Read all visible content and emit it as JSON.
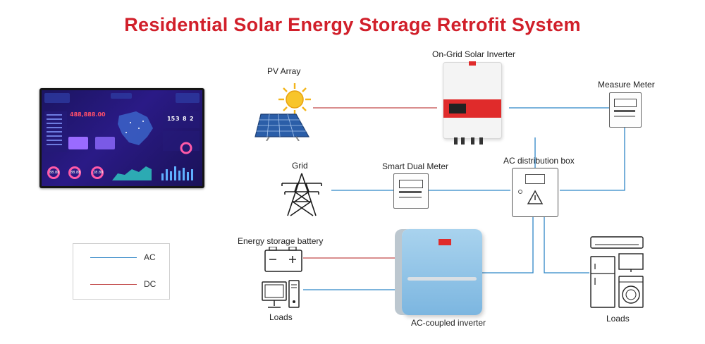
{
  "title": "Residential Solar Energy Storage Retrofit System",
  "labels": {
    "pv_array": "PV Array",
    "on_grid_inverter": "On-Grid Solar Inverter",
    "measure_meter": "Measure Meter",
    "grid": "Grid",
    "smart_dual_meter": "Smart Dual Meter",
    "ac_distribution_box": "AC distribution box",
    "energy_storage_battery": "Energy storage battery",
    "loads_left": "Loads",
    "ac_coupled_inverter": "AC-coupled inverter",
    "loads_right": "Loads"
  },
  "legend": {
    "ac": "AC",
    "dc": "DC"
  },
  "colors": {
    "title": "#d11f2a",
    "ac_line": "#2f86c6",
    "dc_line": "#c24a4a",
    "inverter_band": "#e02b2b",
    "ac_inverter_body": "#8cc2e6"
  },
  "monitor_screen": {
    "main_value": "488,888.00",
    "stats": [
      "15",
      "3",
      "8",
      "2"
    ],
    "gauges": [
      "88.88",
      "88.88",
      "28.88"
    ]
  },
  "icons": {
    "sun": "sun-icon",
    "solar_panel": "solar-panel-icon",
    "pylon": "transmission-tower-icon",
    "battery": "battery-icon",
    "computer": "computer-icon",
    "appliances": "appliances-icon"
  }
}
